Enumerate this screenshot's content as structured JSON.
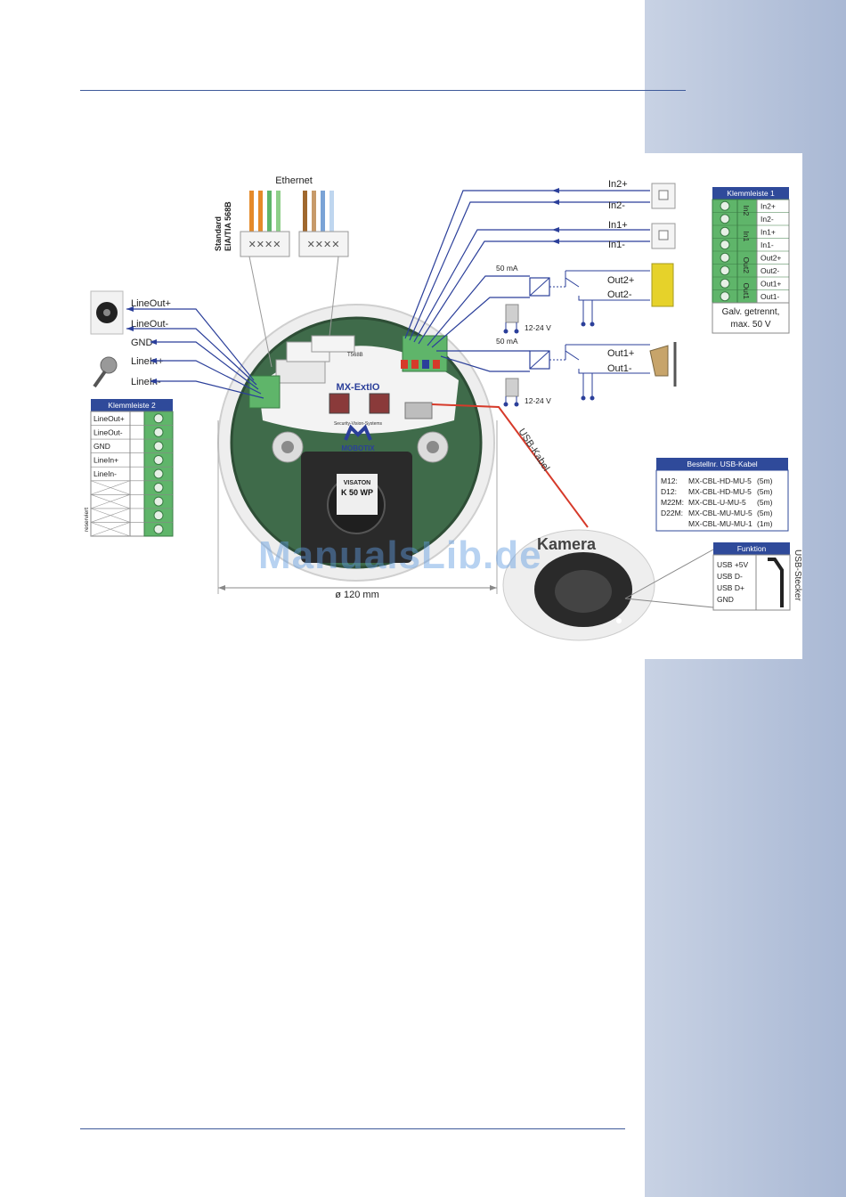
{
  "diagram": {
    "ethernet_label": "Ethernet",
    "standard_label_1": "Standard",
    "standard_label_2": "EIA/TIA 568B",
    "t568b_label": "T568B",
    "module_name": "MX-ExtIO",
    "brand_tagline": "Security-Vision-Systems",
    "brand_name": "MOBOTIX",
    "speaker_brand": "VISATON",
    "speaker_model": "K 50 WP",
    "diameter_label": "ø 120 mm",
    "usb_cable_label": "USB-Kabel",
    "camera_label": "Kamera",
    "usb_plug_label": "USB-Stecker",
    "audio_left": {
      "lineout_plus": "LineOut+",
      "lineout_minus": "LineOut-",
      "gnd": "GND",
      "linein_plus": "LineIn+",
      "linein_minus": "LineIn-"
    },
    "io_right": {
      "in2_plus": "In2+",
      "in2_minus": "In2-",
      "in1_plus": "In1+",
      "in1_minus": "In1-",
      "out2_plus": "Out2+",
      "out2_minus": "Out2-",
      "out1_plus": "Out1+",
      "out1_minus": "Out1-",
      "current_1": "50 mA",
      "current_2": "50 mA",
      "voltage_1": "12-24 V",
      "voltage_2": "12-24 V"
    },
    "terminal_block_1": {
      "title": "Klemmleiste 1",
      "pins": [
        "In2+",
        "In2-",
        "In1+",
        "In1-",
        "Out2+",
        "Out2-",
        "Out1+",
        "Out1-"
      ],
      "group_tags": [
        "In2",
        "In1",
        "Out2",
        "Out1"
      ],
      "note_1": "Galv. getrennt,",
      "note_2": "max. 50 V"
    },
    "terminal_block_2": {
      "title": "Klemmleiste 2",
      "pins": [
        "LineOut+",
        "LineOut-",
        "GND",
        "LineIn+",
        "LineIn-"
      ],
      "reserved_label": "reserviert"
    },
    "order_table": {
      "title": "Bestellnr. USB-Kabel",
      "rows": [
        {
          "model": "M12:",
          "part": "MX-CBL-HD-MU-5",
          "length": "(5m)"
        },
        {
          "model": "D12:",
          "part": "MX-CBL-HD-MU-5",
          "length": "(5m)"
        },
        {
          "model": "M22M:",
          "part": "MX-CBL-U-MU-5",
          "length": "(5m)"
        },
        {
          "model": "D22M:",
          "part": "MX-CBL-MU-MU-5",
          "length": "(5m)"
        },
        {
          "model": "",
          "part": "MX-CBL-MU-MU-1",
          "length": "(1m)"
        }
      ]
    },
    "function_table": {
      "title": "Funktion",
      "rows": [
        "USB +5V",
        "USB D-",
        "USB D+",
        "GND"
      ]
    },
    "watermark": "ManualsLib.de"
  },
  "colors": {
    "accent_blue": "#3e5a9a",
    "wire_blue": "#2b3f9a",
    "terminal_green": "#5fb56a",
    "table_header": "#2f4a9a",
    "usb_red": "#d63a2a",
    "side_band": "#a9b8d4"
  }
}
